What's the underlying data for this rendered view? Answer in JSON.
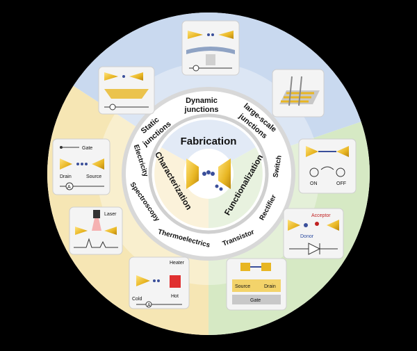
{
  "center": {
    "fabrication": "Fabrication",
    "characterization": "Characterization",
    "functionalization": "Functionalization"
  },
  "ring": {
    "dynamic_line1": "Dynamic",
    "dynamic_line2": "junctions",
    "static_line1": "Static",
    "static_line2": "junctions",
    "largescale_line1": "large-scale",
    "largescale_line2": "junctions",
    "electricity": "Electricity",
    "spectroscopy": "Spectroscopy",
    "thermoelectrics": "Thermoelectrics",
    "transistor": "Transistor",
    "rectifier": "Rectifier",
    "switch": "Switch"
  },
  "panels": {
    "gate_label": "Gate",
    "drain_label": "Drain",
    "source_label": "Source",
    "ammeter": "A",
    "laser_label": "Laser",
    "heater_label": "Heater",
    "cold_label": "Cold",
    "hot_label": "Hot",
    "ammeter2": "A",
    "acceptor_label": "Acceptor",
    "donor_label": "Donor",
    "on_label": "ON",
    "off_label": "OFF",
    "source2_label": "Source",
    "drain2_label": "Drain",
    "gate2_label": "Gate"
  },
  "colors": {
    "blue_sector": "#c9d9ef",
    "yellow_sector": "#f6e6b4",
    "green_sector": "#d6e9c4",
    "gold": "#e8b623",
    "molecule_blue": "#3a4f9a"
  }
}
